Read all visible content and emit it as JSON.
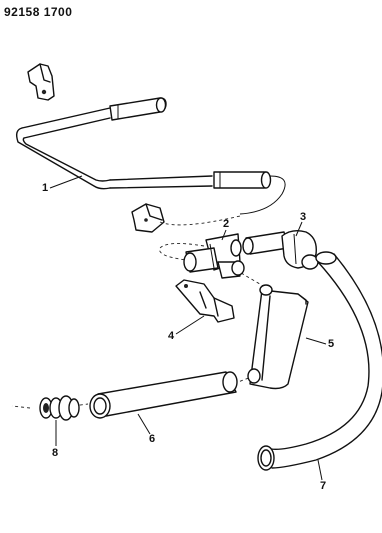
{
  "header": {
    "part_number": "92158 1700"
  },
  "callouts": [
    {
      "id": "1",
      "label": "1"
    },
    {
      "id": "2",
      "label": "2"
    },
    {
      "id": "3",
      "label": "3"
    },
    {
      "id": "4",
      "label": "4"
    },
    {
      "id": "5",
      "label": "5"
    },
    {
      "id": "6",
      "label": "6"
    },
    {
      "id": "7",
      "label": "7"
    },
    {
      "id": "8",
      "label": "8"
    }
  ]
}
